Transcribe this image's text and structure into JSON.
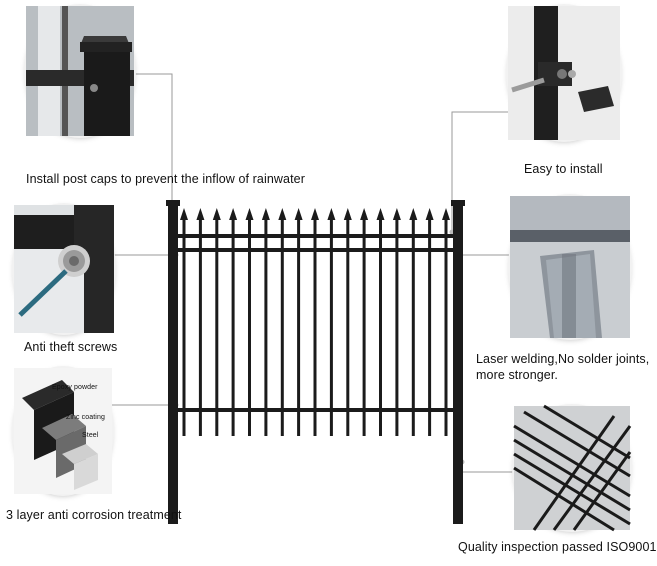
{
  "callouts": {
    "post_caps": "Install post caps to prevent the inflow of rainwater",
    "anti_theft": "Anti theft screws",
    "corrosion": "3 layer  anti corrosion  treatment",
    "easy_install": "Easy to install",
    "laser_line1": "Laser welding,No solder joints,",
    "laser_line2": "more stronger.",
    "quality": "Quality inspection passed ISO9001"
  },
  "corrosion_layers": {
    "epoxy": "Epoxy powder",
    "zinc": "Zinc coating",
    "steel": "Steel"
  },
  "colors": {
    "fence": "#1b1b1b",
    "leader": "#9a9a9a",
    "background": "#ffffff"
  },
  "icons": [
    "post-cap-photo",
    "anti-theft-screw-photo",
    "anti-corrosion-layers-photo",
    "bracket-install-photo",
    "laser-weld-photo",
    "fence-stack-photo"
  ]
}
